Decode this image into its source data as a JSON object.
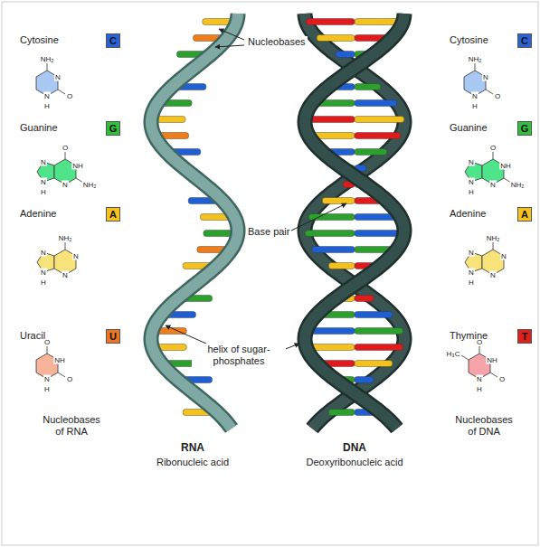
{
  "diagram": {
    "nodes": [
      {
        "text": [
          "C"
        ]
      },
      {
        "text": [
          "C"
        ]
      },
      {
        "text": [
          "G"
        ]
      },
      {
        "text": [
          "G"
        ]
      },
      {
        "text": [
          "A"
        ]
      },
      {
        "text": [
          "A"
        ]
      },
      {
        "text": [
          "U"
        ]
      },
      {
        "text": [
          "T"
        ]
      }
    ],
    "labels": [
      "Cytosine",
      "Guanine",
      "Adenine",
      "Uracil",
      "Nucleobases of RNA",
      "Nucleobases",
      "Base pair",
      "helix of sugar-phosphates",
      "RNA",
      "Ribonucleic acid",
      "DNA",
      "Deoxyribonucleic acid",
      "Cytosine",
      "Guanine",
      "Adenine",
      "Thymine",
      "Nucleobases of DNA",
      "NH₂",
      "N",
      "O",
      "N",
      "H",
      "O",
      "NH",
      "NH₂",
      "N",
      "N",
      "N",
      "H",
      "NH₂",
      "N",
      "N",
      "N",
      "N",
      "H",
      "O",
      "NH",
      "O",
      "N",
      "H",
      "NH₂",
      "N",
      "O",
      "N",
      "H",
      "O",
      "NH",
      "NH₂",
      "N",
      "N",
      "N",
      "H",
      "NH₂",
      "N",
      "N",
      "N",
      "N",
      "H",
      "H₃C",
      "O",
      "NH",
      "O",
      "N",
      "H"
    ]
  }
}
